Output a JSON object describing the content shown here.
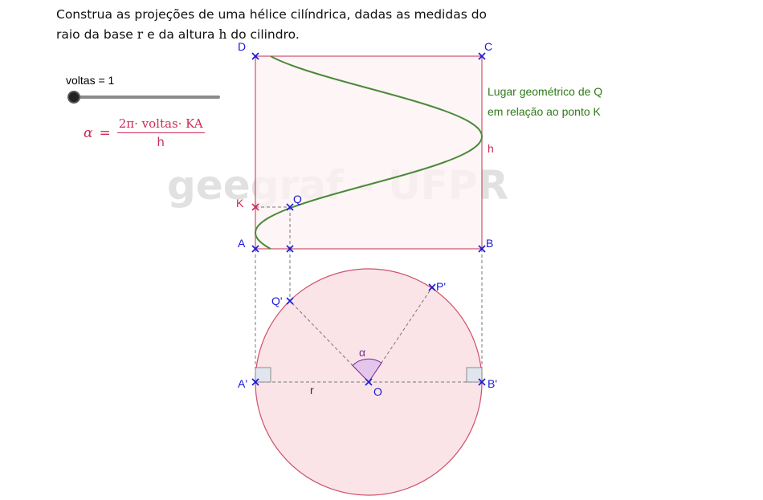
{
  "instruction": {
    "line1": "Construa as projeções de uma hélice cilíndrica, dadas as medidas do",
    "line2_a": "raio da base ",
    "var_r": "r",
    "line2_b": " e da altura ",
    "var_h": "h",
    "line2_c": " do cilindro."
  },
  "slider": {
    "label": "voltas = 1",
    "value": 1
  },
  "formula": {
    "lhs": "α",
    "eq": "=",
    "numerator": "2π· voltas· KA",
    "denominator": "h"
  },
  "watermark": "geegraf - UFPR",
  "points": {
    "A": "A",
    "B": "B",
    "C": "C",
    "D": "D",
    "K": "K",
    "Q": "Q",
    "A_prime": "A'",
    "B_prime": "B'",
    "Q_prime": "Q'",
    "P_prime": "P'",
    "O": "O"
  },
  "segment_labels": {
    "h": "h",
    "r": "r"
  },
  "angle_label": "α",
  "locus_label": {
    "line1": "Lugar geométrico de Q",
    "line2": "em relação ao ponto K"
  },
  "colors": {
    "point_blue": "#1a1ad6",
    "point_red": "#cc2a55",
    "region_fill": "#fdf1f3",
    "region_stroke": "#d0506a",
    "circle_fill": "#f8d5dc",
    "helix_green": "#4a8a3a",
    "angle_purple": "#7a2a8a"
  }
}
